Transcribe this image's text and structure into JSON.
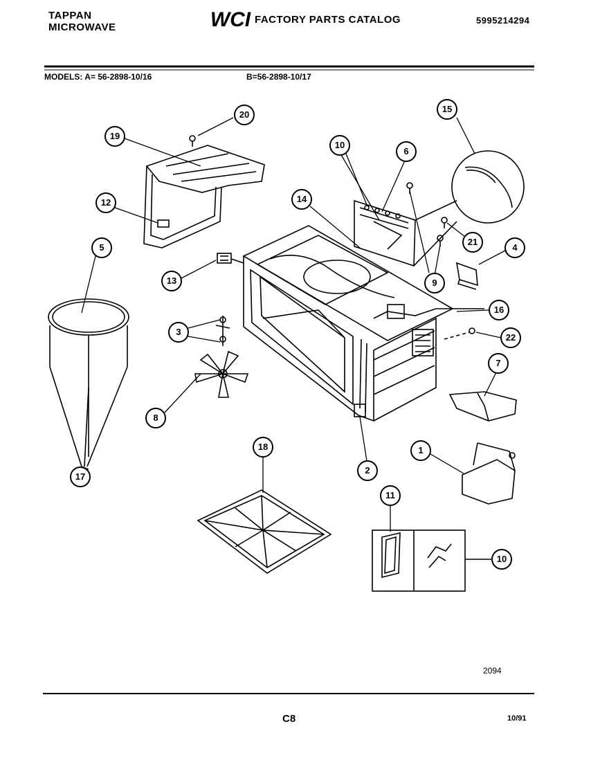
{
  "header": {
    "brand_line1": "TAPPAN",
    "brand_line2": "MICROWAVE",
    "logo_text": "WCI",
    "catalog_title": "FACTORY PARTS CATALOG",
    "catalog_number": "5995214294"
  },
  "models": {
    "label_a": "MODELS:  A= 56-2898-10/16",
    "label_b": "B=56-2898-10/17"
  },
  "diagram_code": "2094",
  "footer": {
    "page": "C8",
    "date": "10/91"
  },
  "callouts": [
    "1",
    "2",
    "3",
    "4",
    "5",
    "6",
    "7",
    "8",
    "9",
    "10",
    "11",
    "12",
    "13",
    "14",
    "15",
    "16",
    "17",
    "18",
    "19",
    "20",
    "21",
    "22"
  ]
}
